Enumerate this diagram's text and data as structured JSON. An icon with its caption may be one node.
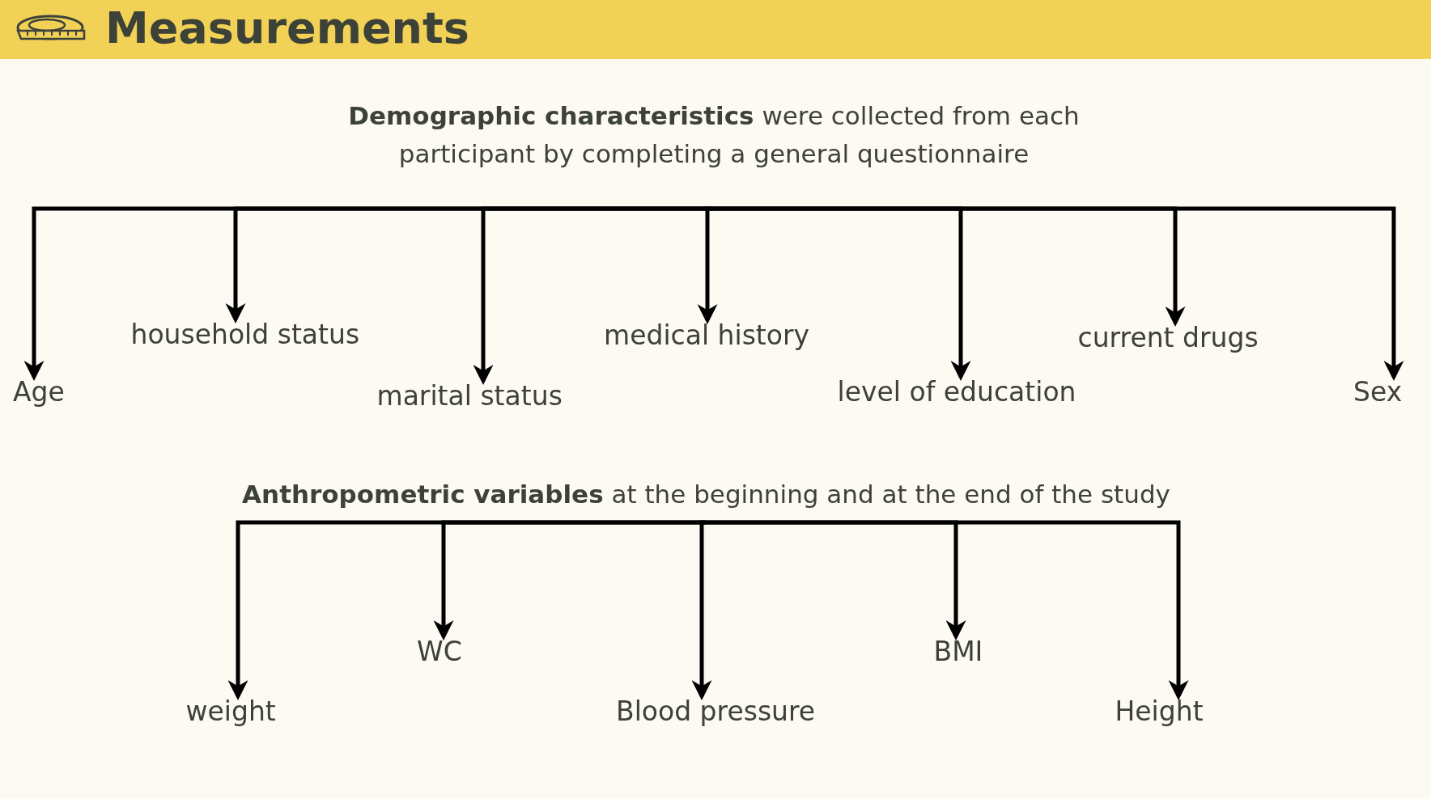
{
  "diagram": {
    "title": "Measurements",
    "nodes": [
      {
        "text": [
          "**Demographic characteristics** were collected from each participant by completing a general questionnaire"
        ]
      },
      {
        "text": [
          "Age"
        ]
      },
      {
        "text": [
          "household status"
        ]
      },
      {
        "text": [
          "marital status"
        ]
      },
      {
        "text": [
          "medical history"
        ]
      },
      {
        "text": [
          "level of education"
        ]
      },
      {
        "text": [
          "current drugs"
        ]
      },
      {
        "text": [
          "Sex"
        ]
      },
      {
        "text": [
          "**Anthropometric variables** at the beginning and at the end of the study"
        ]
      },
      {
        "text": [
          "weight"
        ]
      },
      {
        "text": [
          "WC"
        ]
      },
      {
        "text": [
          "Blood pressure"
        ]
      },
      {
        "text": [
          "BMI"
        ]
      },
      {
        "text": [
          "Height"
        ]
      }
    ],
    "edges": [
      {
        "from": 0,
        "to": 1,
        "arrow": "to"
      },
      {
        "from": 0,
        "to": 2,
        "arrow": "to"
      },
      {
        "from": 0,
        "to": 3,
        "arrow": "to"
      },
      {
        "from": 0,
        "to": 4,
        "arrow": "to"
      },
      {
        "from": 0,
        "to": 5,
        "arrow": "to"
      },
      {
        "from": 0,
        "to": 6,
        "arrow": "to"
      },
      {
        "from": 0,
        "to": 7,
        "arrow": "to"
      },
      {
        "from": 8,
        "to": 9,
        "arrow": "to"
      },
      {
        "from": 8,
        "to": 10,
        "arrow": "to"
      },
      {
        "from": 8,
        "to": 11,
        "arrow": "to"
      },
      {
        "from": 8,
        "to": 12,
        "arrow": "to"
      },
      {
        "from": 8,
        "to": 13,
        "arrow": "to"
      }
    ]
  }
}
